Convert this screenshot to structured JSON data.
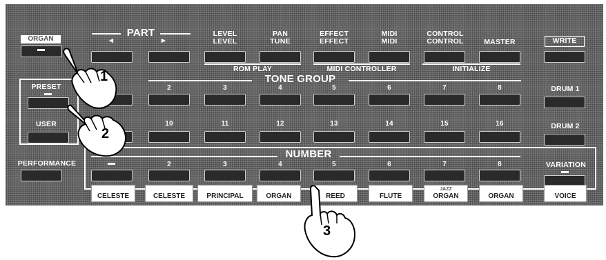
{
  "top": {
    "organ": "ORGAN",
    "part": "PART",
    "part_left": "◄",
    "part_right": "►",
    "level": [
      "LEVEL",
      "LEVEL"
    ],
    "pan": [
      "PAN",
      "TUNE"
    ],
    "effect": [
      "EFFECT",
      "EFFECT"
    ],
    "midi": [
      "MIDI",
      "MIDI"
    ],
    "control": [
      "CONTROL",
      "CONTROL"
    ],
    "master": "MASTER",
    "write": "WRITE"
  },
  "groups": {
    "rom_play": "ROM PLAY",
    "midi_controller": "MIDI CONTROLLER",
    "initialize": "INITIALIZE",
    "tone_group": "TONE GROUP",
    "number": "NUMBER"
  },
  "left": {
    "preset": "PRESET",
    "user": "USER",
    "performance": "PERFORMANCE"
  },
  "row_tone": [
    "2",
    "3",
    "4",
    "5",
    "6",
    "7",
    "8"
  ],
  "row_tone2": [
    "10",
    "11",
    "12",
    "13",
    "14",
    "15",
    "16"
  ],
  "row_number": [
    "2",
    "3",
    "4",
    "5",
    "6",
    "7",
    "8"
  ],
  "right": {
    "drum1": "DRUM 1",
    "drum2": "DRUM 2",
    "variation": "VARIATION"
  },
  "tags": [
    {
      "faint": "",
      "main": "CELESTE"
    },
    {
      "faint": "",
      "main": "CELESTE"
    },
    {
      "faint": "",
      "main": "PRINCIPAL"
    },
    {
      "faint": "",
      "main": "ORGAN"
    },
    {
      "faint": "",
      "main": "REED"
    },
    {
      "faint": "",
      "main": "FLUTE"
    },
    {
      "faint": "JAZZ",
      "main": "ORGAN"
    },
    {
      "faint": "",
      "main": "ORGAN"
    },
    {
      "faint": "",
      "main": "VOICE"
    }
  ],
  "callouts": [
    "1",
    "2",
    "3"
  ]
}
